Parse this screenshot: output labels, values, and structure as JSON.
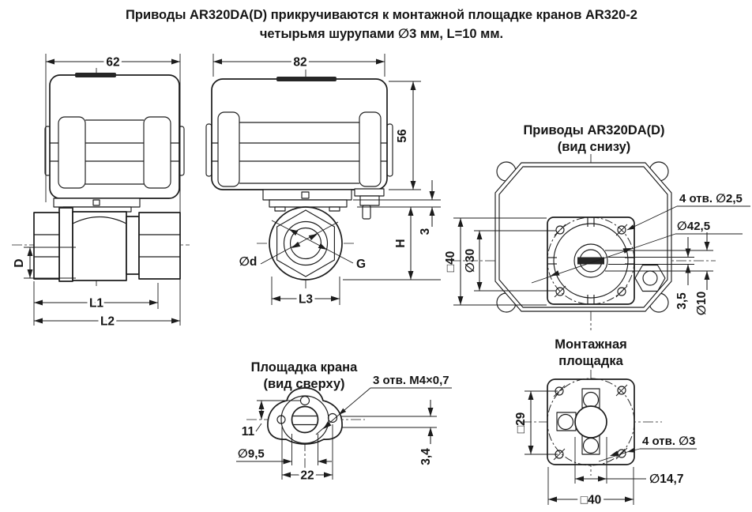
{
  "title": {
    "line1": "Приводы AR320DA(D) прикручиваются к монтажной площадке кранов AR320-2",
    "line2": "четырьмя шурупами ∅3 мм, L=10 мм."
  },
  "front_view": {
    "dim_width": "62",
    "dim_bore": "D",
    "dim_l1": "L1",
    "dim_l2": "L2"
  },
  "side_view": {
    "dim_width": "82",
    "dim_height": "56",
    "dim_gap": "3",
    "dim_h": "H",
    "dim_l3": "L3",
    "label_d": "∅d",
    "label_g": "G"
  },
  "bottom_view": {
    "title1": "Приводы AR320DA(D)",
    "title2": "(вид снизу)",
    "label_holes": "4 отв. ∅2,5",
    "label_circle": "∅42,5",
    "dim_square": "□40",
    "dim_inner": "∅30",
    "dim_slot": "3,5",
    "dim_stem": "∅10"
  },
  "pad_view": {
    "title1": "Площадка крана",
    "title2": "(вид сверху)",
    "label_holes": "3 отв. M4×0,7",
    "dim_offset": "11",
    "dim_center": "∅9,5",
    "dim_spacing": "22",
    "dim_height": "3,4"
  },
  "mount_view": {
    "title1": "Монтажная",
    "title2": "площадка",
    "label_holes": "4 отв. ∅3",
    "dim_square": "□29",
    "dim_center": "∅14,7",
    "dim_outer": "□40"
  },
  "colors": {
    "line": "#1c1c1c",
    "background": "#ffffff"
  }
}
